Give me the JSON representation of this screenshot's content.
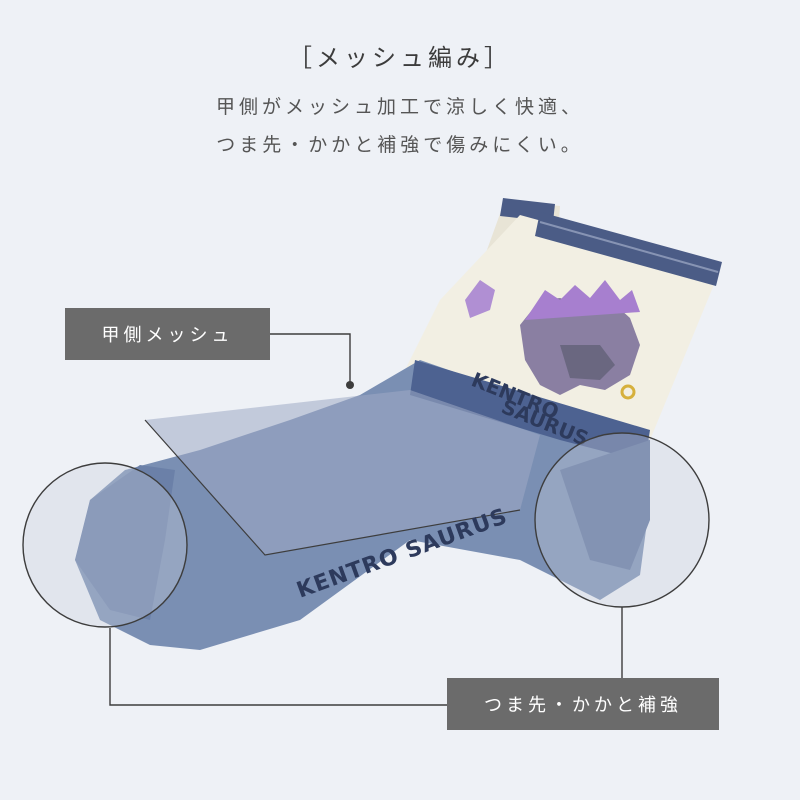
{
  "header": {
    "title": "［メッシュ編み］",
    "description_lines": [
      "甲側がメッシュ加工で涼しく快適、",
      "つま先・かかと補強で傷みにくい。"
    ]
  },
  "callouts": {
    "mesh_label": "甲側メッシュ",
    "reinforce_label": "つま先・かかと補強"
  },
  "product": {
    "print_text": "KENTRO SAURUS",
    "cuff_text": "KENTRO",
    "cuff_text2": "SAURUS",
    "colors": {
      "sock_body": "#7a8fb3",
      "sock_dark": "#4d6291",
      "cuff_cream": "#f2efe3",
      "stripe": "#4b5c86",
      "dino": "#9a79c0",
      "background": "#eef1f6",
      "tag": "#6b6b6b"
    }
  }
}
